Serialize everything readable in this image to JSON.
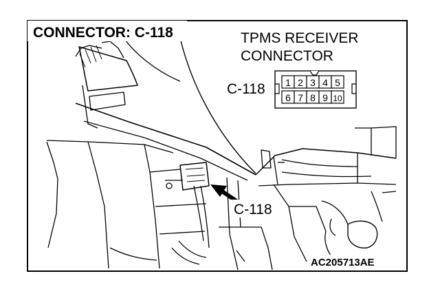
{
  "header": {
    "connector_label": "CONNECTOR: C-118"
  },
  "receiver": {
    "title_line1": "TPMS RECEIVER",
    "title_line2": "CONNECTOR"
  },
  "connector_face": {
    "id_label": "C-118",
    "top_row_pins": [
      "1",
      "2",
      "3",
      "4",
      "5"
    ],
    "bottom_row_pins": [
      "6",
      "7",
      "8",
      "9",
      "10"
    ]
  },
  "callout": {
    "label": "C-118"
  },
  "figure": {
    "code": "AC205713AE"
  }
}
